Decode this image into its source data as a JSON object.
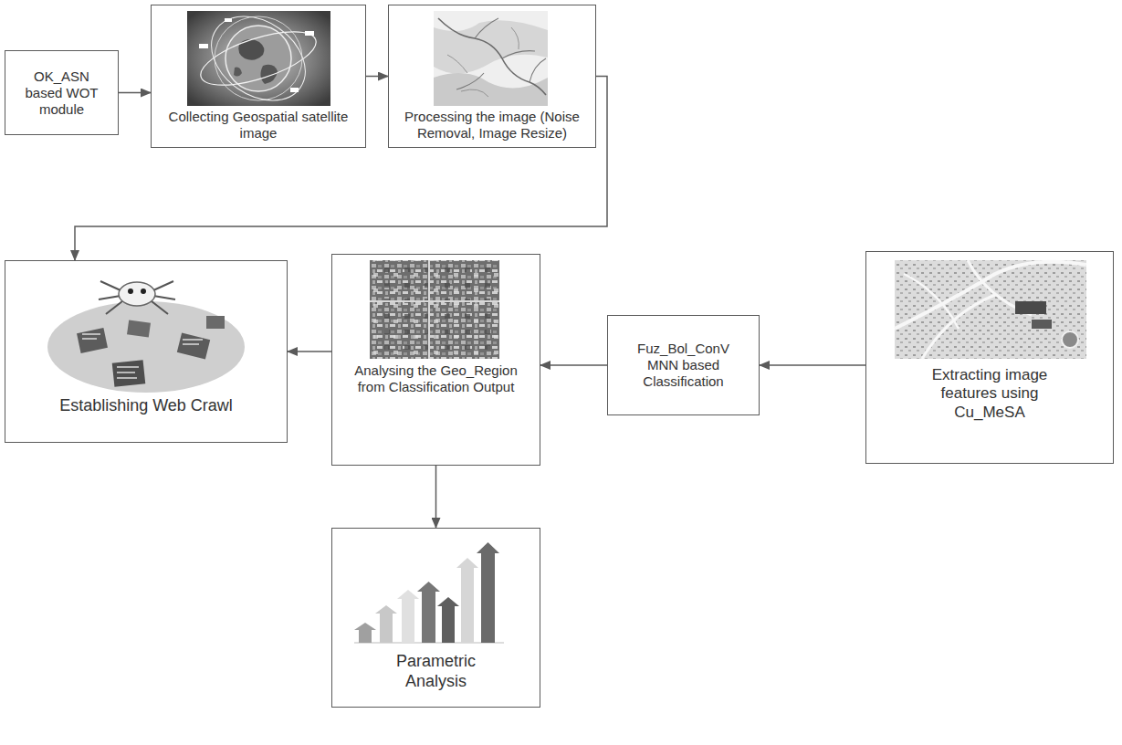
{
  "diagram": {
    "nodes": [
      {
        "text": [
          "OK_ASN based WOT module"
        ]
      },
      {
        "text": [
          "Collecting Geospatial satellite image"
        ]
      },
      {
        "text": [
          "Processing the image (Noise Removal, Image Resize)"
        ]
      },
      {
        "text": [
          "Establishing Web Crawl"
        ]
      },
      {
        "text": [
          "Analysing the Geo_Region from Classification Output"
        ]
      },
      {
        "text": [
          "Fuz_Bol_ConV MNN based Classification"
        ]
      },
      {
        "text": [
          "Extracting image features using Cu_MeSA"
        ]
      },
      {
        "text": [
          "Parametric Analysis"
        ]
      }
    ],
    "edges": [
      {
        "from": 0,
        "to": 1,
        "arrow": "to"
      },
      {
        "from": 1,
        "to": 2,
        "arrow": "to"
      },
      {
        "from": 2,
        "to": 3,
        "arrow": "to"
      },
      {
        "from": 6,
        "to": 5,
        "arrow": "to"
      },
      {
        "from": 5,
        "to": 4,
        "arrow": "to"
      },
      {
        "from": 4,
        "to": 3,
        "arrow": "to"
      },
      {
        "from": 4,
        "to": 7,
        "arrow": "to"
      }
    ]
  }
}
